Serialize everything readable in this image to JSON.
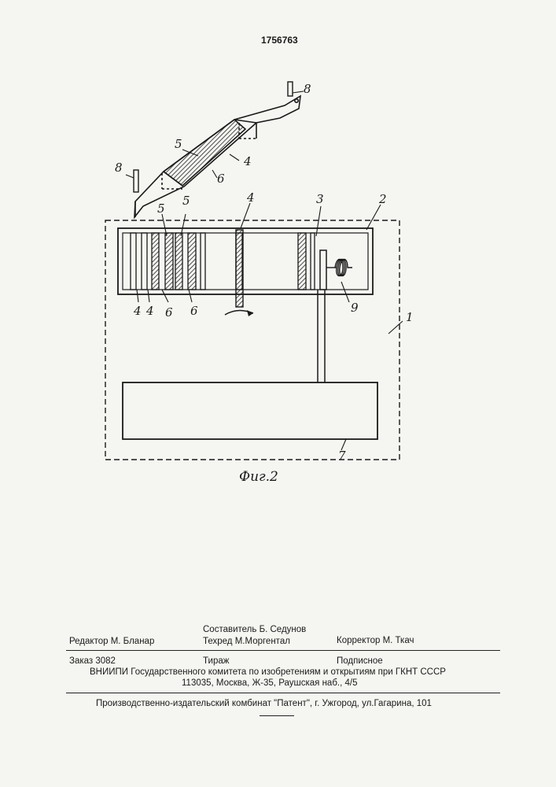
{
  "patent_number": "1756763",
  "figure": {
    "caption": "Фиг.2",
    "labels": {
      "l8_top": "8",
      "l8_left": "8",
      "l5_top": "5",
      "l4_top": "4",
      "l6_top": "6",
      "l5_a": "5",
      "l5_b": "5",
      "l4_mid": "4",
      "l3": "3",
      "l2": "2",
      "l4_a": "4",
      "l4_b": "4",
      "l6_a": "6",
      "l6_b": "6",
      "l9": "9",
      "l1": "1",
      "l7": "7"
    }
  },
  "credits": {
    "compiler": "Составитель  Б. Седунов",
    "editor": "Редактор  М. Бланар",
    "techred": "Техред М.Моргентал",
    "corrector": "Корректор  М. Ткач",
    "order": "Заказ  3082",
    "circulation": "Тираж",
    "subscription": "Подписное",
    "org_line": "ВНИИПИ Государственного комитета по изобретениям и открытиям при ГКНТ СССР",
    "address_line": "113035, Москва, Ж-35, Раушская наб., 4/5",
    "publisher_line": "Производственно-издательский комбинат \"Патент\", г. Ужгород, ул.Гагарина, 101"
  }
}
